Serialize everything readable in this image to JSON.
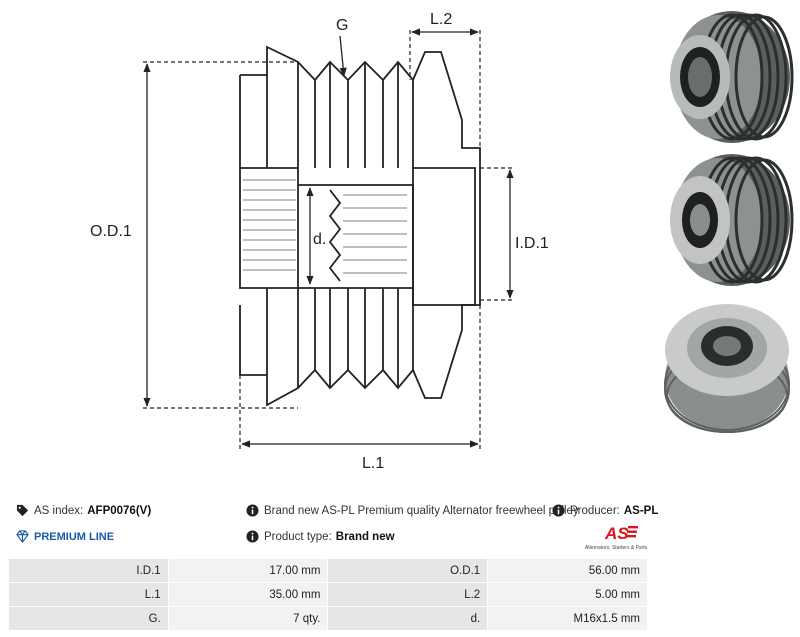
{
  "drawing": {
    "label_g": "G",
    "label_l2": "L.2",
    "label_od1": "O.D.1",
    "label_d": "d.",
    "label_id1": "I.D.1",
    "label_l1": "L.1"
  },
  "info": {
    "as_index_label": "AS index:",
    "as_index_value": "AFP0076(V)",
    "premium_line": "PREMIUM LINE",
    "description": "Brand new AS-PL Premium quality Alternator freewheel pulley",
    "product_type_label": "Product type:",
    "product_type_value": "Brand new",
    "producer_label": "Producer:",
    "producer_value": "AS-PL",
    "logo_text": "AS",
    "logo_subtext": "Alternators, Starters & Parts"
  },
  "specs": [
    {
      "k1": "I.D.1",
      "v1": "17.00 mm",
      "k2": "O.D.1",
      "v2": "56.00 mm"
    },
    {
      "k1": "L.1",
      "v1": "35.00 mm",
      "k2": "L.2",
      "v2": "5.00 mm"
    },
    {
      "k1": "G.",
      "v1": "7 qty.",
      "k2": "d.",
      "v2": "M16x1.5 mm"
    }
  ],
  "colors": {
    "premium": "#1a5aa8",
    "logo_red": "#d8151b",
    "key_cell": "#e6e6e6",
    "value_cell": "#f2f2f2"
  },
  "icons": [
    "tags-icon",
    "diamond-icon",
    "info-icon"
  ]
}
